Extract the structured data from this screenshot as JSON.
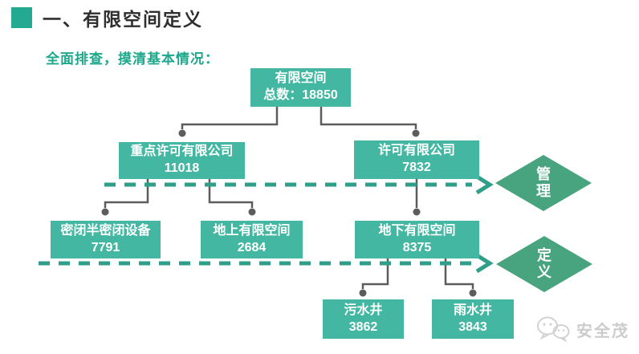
{
  "header": {
    "title": "一、有限空间定义"
  },
  "intro": {
    "text": "全面排查，摸清基本情况："
  },
  "tree": {
    "root": {
      "label": "有限空间",
      "value": "总数：18850"
    },
    "level2": [
      {
        "label": "重点许可有限公司",
        "value": "11018"
      },
      {
        "label": "许可有限公司",
        "value": "7832"
      }
    ],
    "level3": [
      {
        "label": "密闭半密闭设备",
        "value": "7791"
      },
      {
        "label": "地上有限空间",
        "value": "2684"
      },
      {
        "label": "地下有限空间",
        "value": "8375"
      }
    ],
    "level4": [
      {
        "label": "污水井",
        "value": "3862"
      },
      {
        "label": "雨水井",
        "value": "3843"
      }
    ]
  },
  "diamonds": [
    {
      "label": "管理"
    },
    {
      "label": "定义"
    }
  ],
  "watermark": {
    "text": "安全茂",
    "icon": "wechat-icon"
  },
  "colors": {
    "node_teal": "#44b7a2",
    "diamond_green": "#48a47f",
    "dash_arrow_teal": "#2f9f89",
    "connector_gray": "#5c5c5c",
    "title_accent": "#23aa90",
    "subtitle_teal": "#1ea88b"
  }
}
